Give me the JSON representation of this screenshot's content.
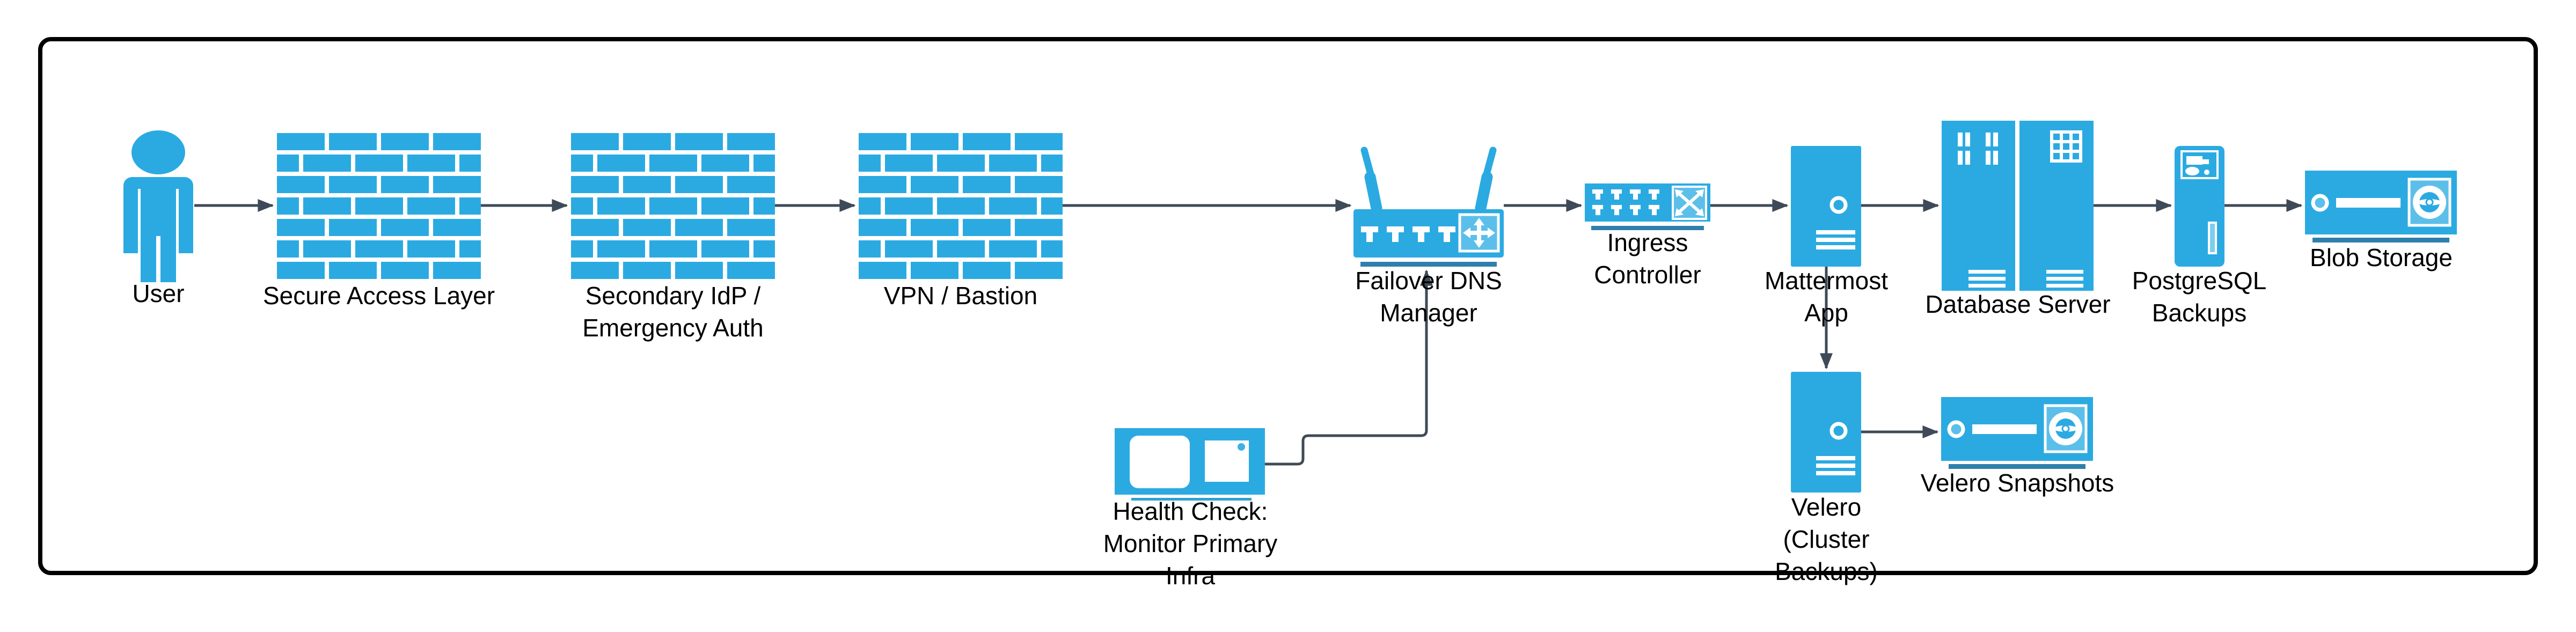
{
  "diagram": {
    "type": "infrastructure-flow-diagram",
    "colors": {
      "primary": "#2BAAE2",
      "light": "#5CBFEA",
      "underline": "#2E80AC",
      "underline_light": "#2FA0D4",
      "dot": "#3EB1E6",
      "slot": "#7FCDEF",
      "line": "#3F4A58",
      "border": "#000000",
      "text": "#000000"
    },
    "nodes": {
      "user": {
        "label": "User",
        "icon": "person-icon"
      },
      "fw1": {
        "label": "Secure Access Layer",
        "icon": "firewall-icon"
      },
      "fw2": {
        "label": "Secondary IdP /\nEmergency Auth",
        "icon": "firewall-icon"
      },
      "fw3": {
        "label": "VPN / Bastion",
        "icon": "firewall-icon"
      },
      "dns": {
        "label": "Failover DNS\nManager",
        "icon": "wireless-router-icon"
      },
      "ingress": {
        "label": "Ingress\nController",
        "icon": "switch-icon"
      },
      "mattermost": {
        "label": "Mattermost\nApp",
        "icon": "server-tower-icon"
      },
      "db": {
        "label": "Database Server",
        "icon": "rack-servers-icon"
      },
      "pg": {
        "label": "PostgreSQL\nBackups",
        "icon": "tower-pc-icon"
      },
      "blob": {
        "label": "Blob Storage",
        "icon": "storage-unit-icon"
      },
      "health": {
        "label": "Health Check:\nMonitor Primary\nInfra",
        "icon": "monitor-icon"
      },
      "velero": {
        "label": "Velero\n(Cluster\nBackups)",
        "icon": "server-tower-icon"
      },
      "snapshots": {
        "label": "Velero Snapshots",
        "icon": "storage-unit-icon"
      }
    },
    "edges": [
      {
        "from": "user",
        "to": "fw1"
      },
      {
        "from": "fw1",
        "to": "fw2"
      },
      {
        "from": "fw2",
        "to": "fw3"
      },
      {
        "from": "fw3",
        "to": "dns"
      },
      {
        "from": "dns",
        "to": "ingress"
      },
      {
        "from": "ingress",
        "to": "mattermost"
      },
      {
        "from": "mattermost",
        "to": "db"
      },
      {
        "from": "db",
        "to": "pg"
      },
      {
        "from": "pg",
        "to": "blob"
      },
      {
        "from": "health",
        "to": "dns"
      },
      {
        "from": "mattermost",
        "to": "velero"
      },
      {
        "from": "velero",
        "to": "snapshots"
      }
    ]
  }
}
